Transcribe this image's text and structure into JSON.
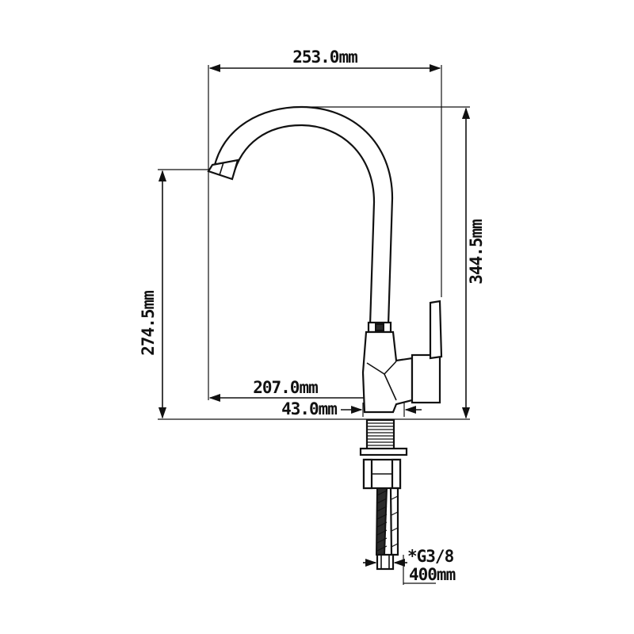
{
  "dimensions": {
    "overall_width": "253.0mm",
    "overall_height": "344.5mm",
    "spout_height": "274.5mm",
    "spout_reach": "207.0mm",
    "base_diameter": "43.0mm",
    "thread": "*G3/8",
    "hose_length": "400mm"
  },
  "colors": {
    "line": "#111111",
    "background": "#ffffff"
  }
}
